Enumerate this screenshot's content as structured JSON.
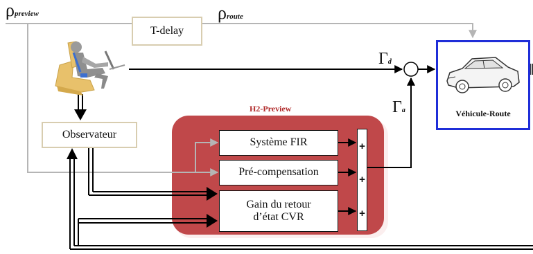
{
  "signals": {
    "rho": "ρ",
    "rho_preview_sub": "preview",
    "rho_route_sub": "route",
    "gamma": "Γ",
    "gamma_d_sub": "d",
    "gamma_a_sub": "a"
  },
  "blocks": {
    "t_delay": "T-delay",
    "observateur": "Observateur",
    "h2_title": "H2-Preview",
    "systeme_fir": "Système FIR",
    "pre_compensation": "Pré-compensation",
    "gain_line1": "Gain du retour",
    "gain_line2": "d’état CVR",
    "vehicule_route": "Véhicule-Route"
  },
  "sum_signs": [
    "+",
    "+",
    "+"
  ],
  "icons": {
    "driver": "seated-driver-icon",
    "car": "car-icon"
  },
  "colors": {
    "h2_panel": "#c0484a",
    "vehicle_border": "#1f2ed8",
    "tan_border": "#d8cdb0",
    "gray_line": "#b5b5b5",
    "black_line": "#000000"
  }
}
